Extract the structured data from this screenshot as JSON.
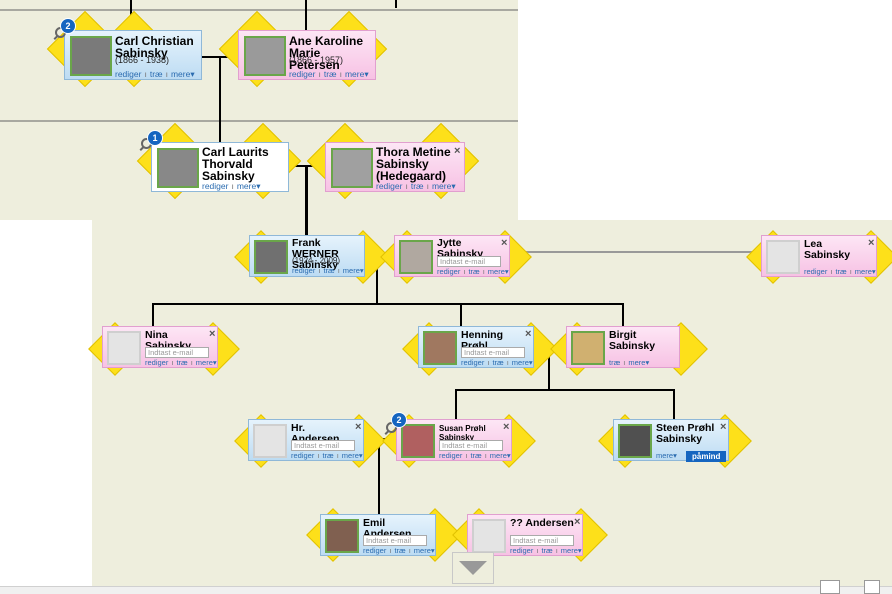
{
  "link_labels": {
    "edit": "rediger",
    "tree": "træ",
    "more": "mere"
  },
  "email_placeholder": "Indtast e-mail",
  "badges": {
    "carl_christian": "2",
    "carl_laurits": "1",
    "susan": "2"
  },
  "people": {
    "carl_christian": {
      "name": "Carl Christian Sabinsky",
      "dates": "(1866 - 1938)"
    },
    "ane_karoline": {
      "name": "Ane Karoline Marie Petersen",
      "dates": "(1866 - 1957)"
    },
    "carl_laurits": {
      "name": "Carl Laurits Thorvald Sabinsky"
    },
    "thora": {
      "name": "Thora Metine Sabinsky (Hedegaard)"
    },
    "frank": {
      "name": "Frank WERNER Sabinsky",
      "dates": "(1924 - 2009)"
    },
    "jytte": {
      "name": "Jytte Sabinsky"
    },
    "lea": {
      "name": "Lea Sabinsky"
    },
    "nina": {
      "name": "Nina Sabinsky"
    },
    "henning": {
      "name": "Henning Prøhl"
    },
    "birgit": {
      "name": "Birgit Sabinsky"
    },
    "hr_andersen": {
      "name": "Hr. Andersen"
    },
    "susan": {
      "name": "Susan Prøhl Sabinsky"
    },
    "steen": {
      "name": "Steen Prøhl Sabinsky",
      "action": "påmind"
    },
    "emil": {
      "name": "Emil Andersen"
    },
    "qq_andersen": {
      "name": "?? Andersen"
    }
  },
  "colors": {
    "male_card": "#bddcf3",
    "female_card": "#f7c2e4",
    "arrow": "#fde01a",
    "background": "#eeeedd"
  }
}
